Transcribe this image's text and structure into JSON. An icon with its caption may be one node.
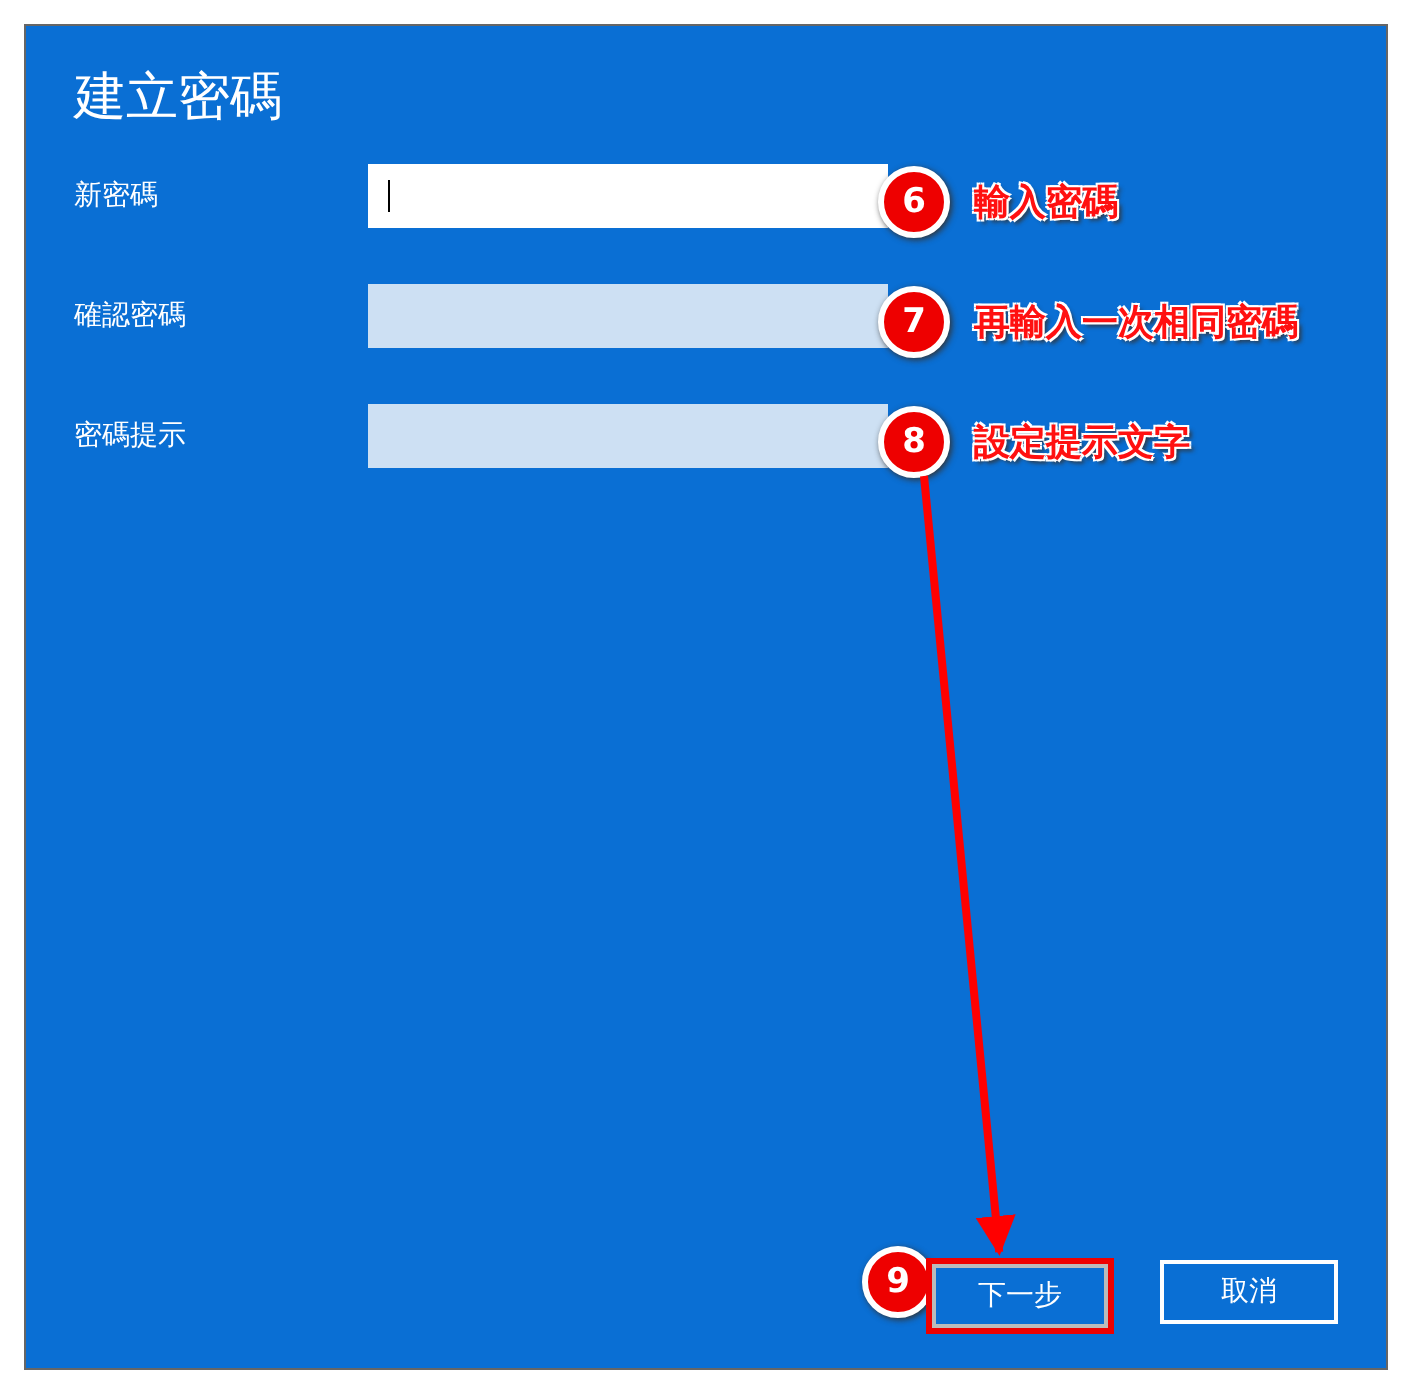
{
  "diagram": {
    "title": "建立密碼",
    "nodes": [
      {
        "text": [],
        "shape": "box"
      },
      {
        "text": [],
        "shape": "box"
      },
      {
        "text": [],
        "shape": "box"
      },
      {
        "text": [
          "6"
        ],
        "beside": [
          "輸入密碼"
        ]
      },
      {
        "text": [
          "7"
        ],
        "beside": [
          "再輸入一次相同密碼"
        ]
      },
      {
        "text": [
          "8"
        ],
        "beside": [
          "設定提示文字"
        ]
      },
      {
        "text": [
          "9"
        ]
      },
      {
        "text": [
          "下一步"
        ]
      },
      {
        "text": [
          "取消"
        ]
      }
    ],
    "edges": [
      {
        "from": 5,
        "to": 7,
        "arrow": "to",
        "color": "#ff0000"
      }
    ],
    "labels": [
      "新密碼",
      "確認密碼",
      "密碼提示"
    ]
  }
}
